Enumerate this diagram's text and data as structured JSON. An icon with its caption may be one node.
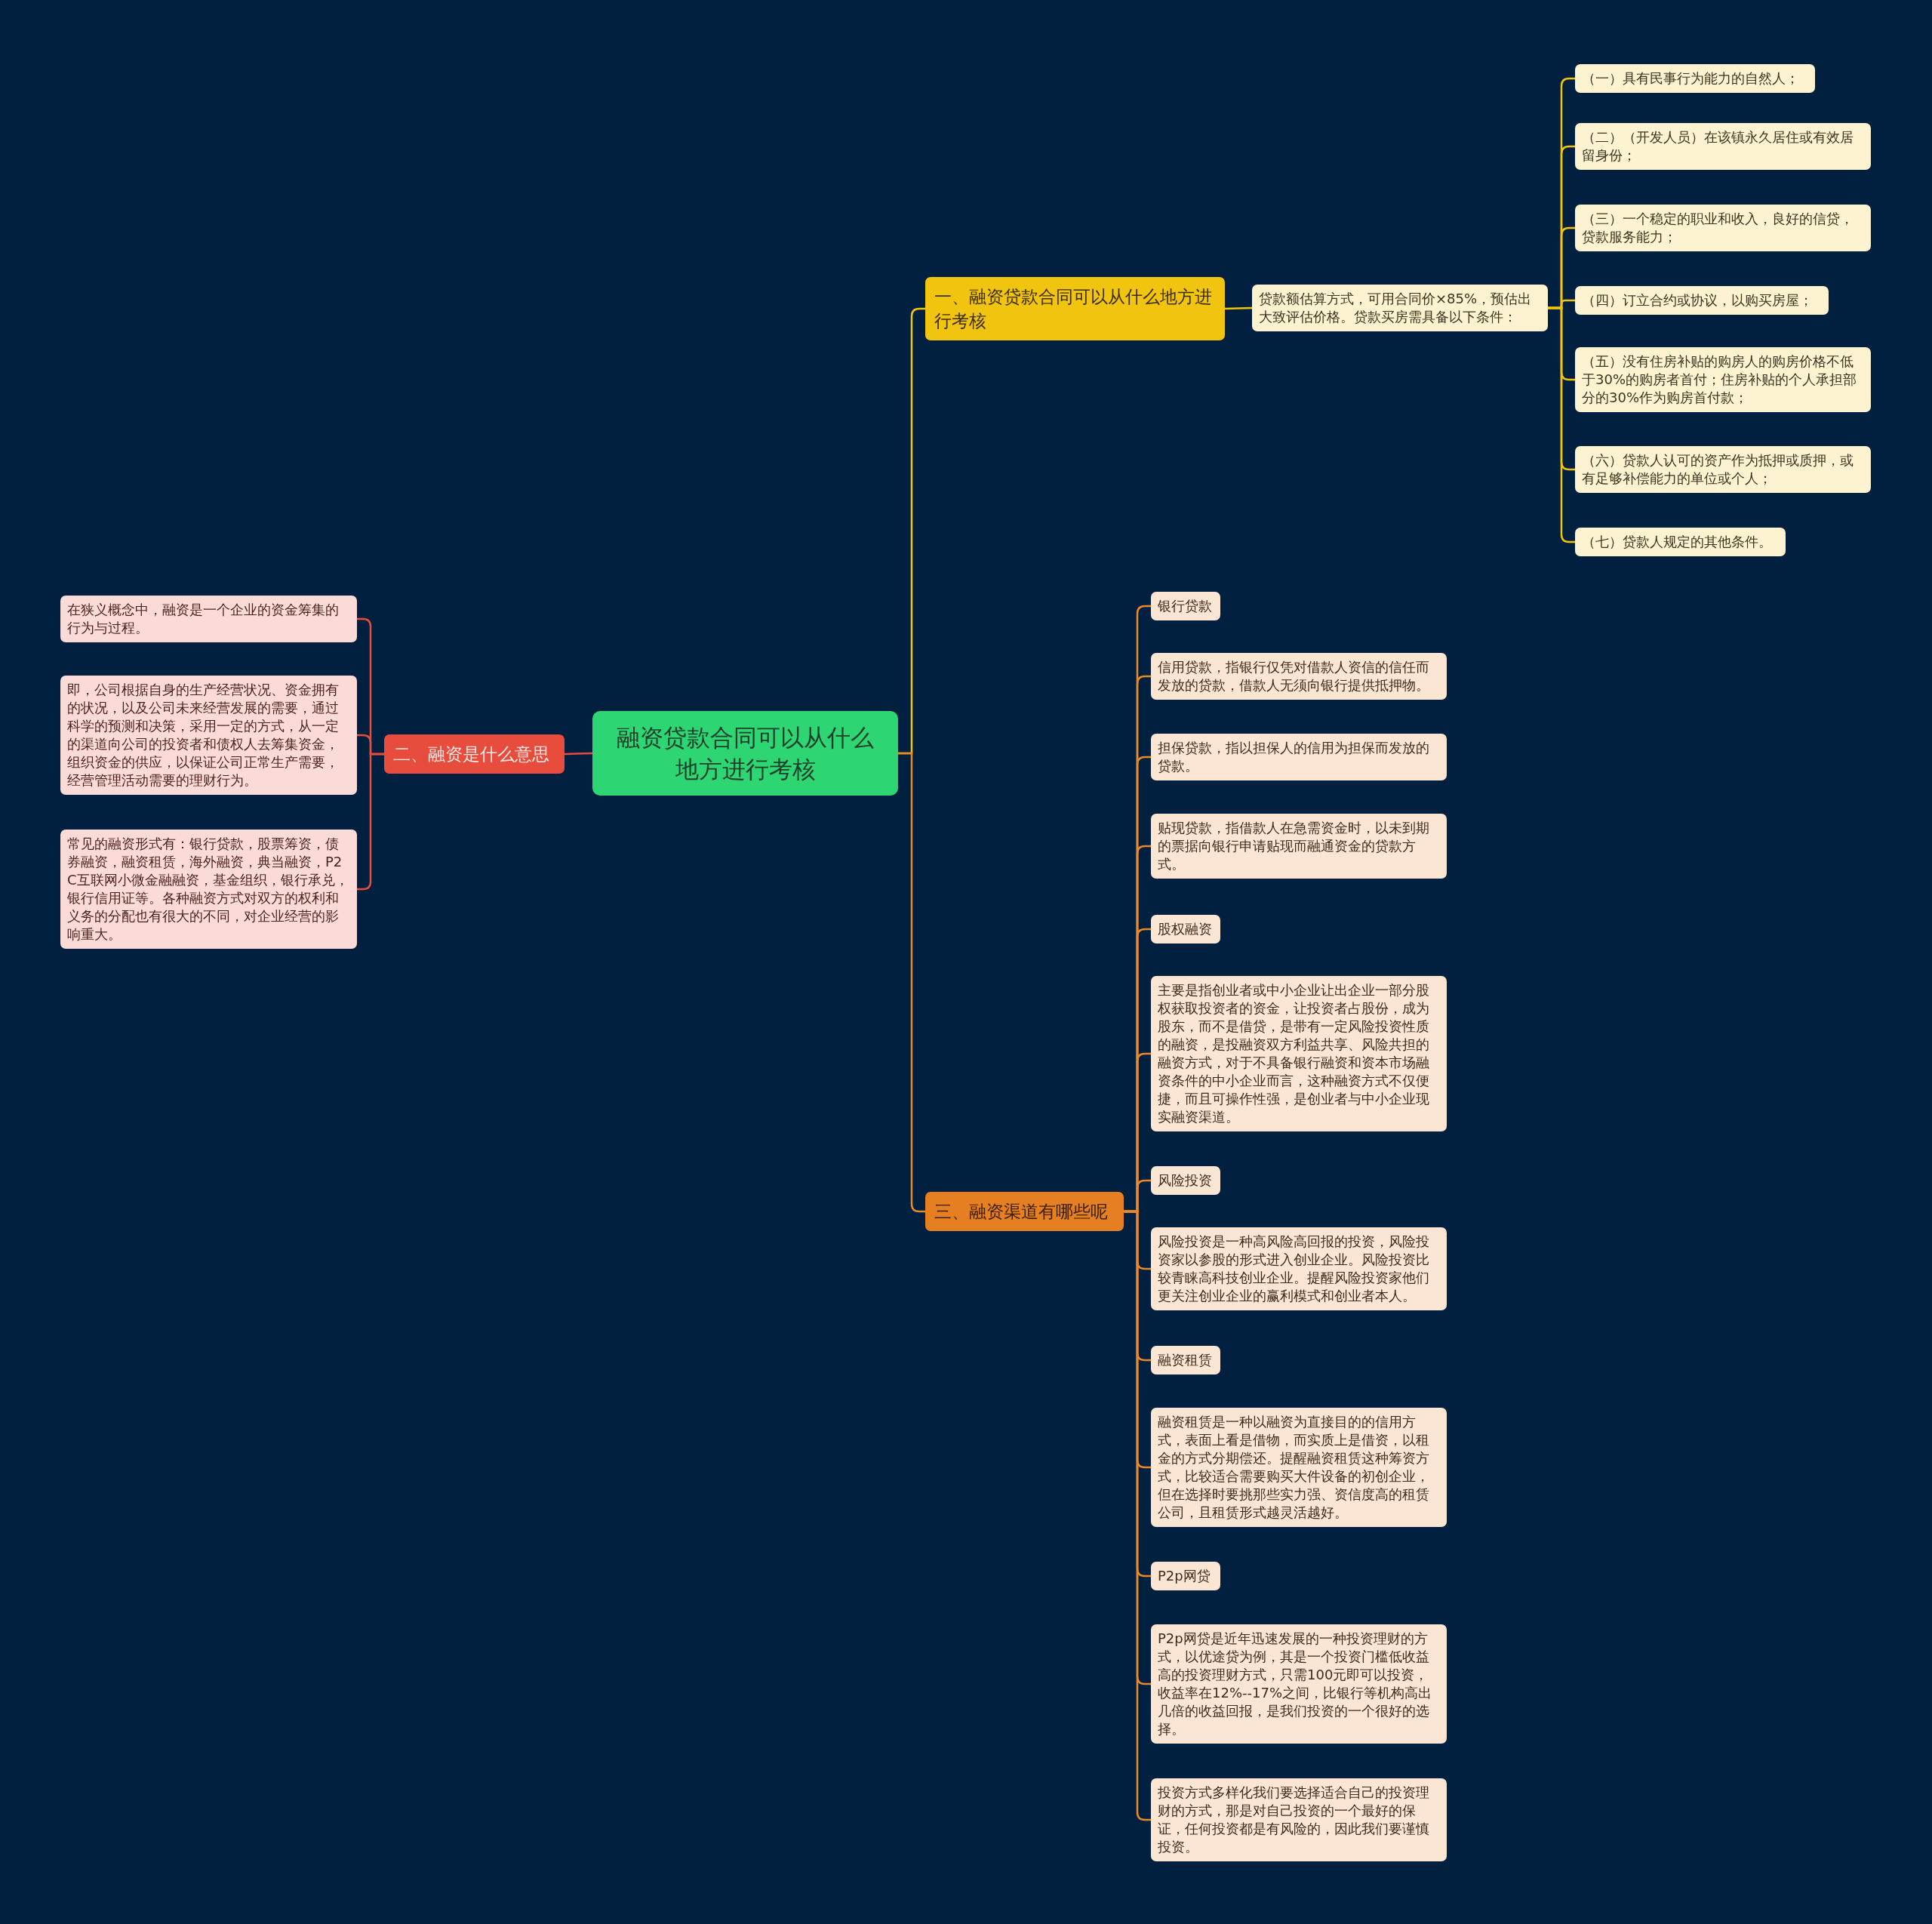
{
  "diagram": {
    "nodes": [
      {
        "text": [
          "融资贷款合同可以从什么地方进行考核"
        ]
      },
      {
        "text": [
          "一、融资贷款合同可以从什么地方进行考核"
        ]
      },
      {
        "text": [
          "贷款额估算方式，可用合同价×85%，预估出大致评估价格。贷款买房需具备以下条件："
        ]
      },
      {
        "text": [
          "（一）具有民事行为能力的自然人；"
        ]
      },
      {
        "text": [
          "（二）（开发人员）在该镇永久居住或有效居留身份；"
        ]
      },
      {
        "text": [
          "（三）一个稳定的职业和收入，良好的信贷，贷款服务能力；"
        ]
      },
      {
        "text": [
          "（四）订立合约或协议，以购买房屋；"
        ]
      },
      {
        "text": [
          "（五）没有住房补贴的购房人的购房价格不低于30%的购房者首付；住房补贴的个人承担部分的30%作为购房首付款；"
        ]
      },
      {
        "text": [
          "（六）贷款人认可的资产作为抵押或质押，或有足够补偿能力的单位或个人；"
        ]
      },
      {
        "text": [
          "（七）贷款人规定的其他条件。"
        ]
      },
      {
        "text": [
          "二、融资是什么意思"
        ]
      },
      {
        "text": [
          "在狭义概念中，融资是一个企业的资金筹集的行为与过程。"
        ]
      },
      {
        "text": [
          "即，公司根据自身的生产经营状况、资金拥有的状况，以及公司未来经营发展的需要，通过科学的预测和决策，采用一定的方式，从一定的渠道向公司的投资者和债权人去筹集资金，组织资金的供应，以保证公司正常生产需要，经营管理活动需要的理财行为。"
        ]
      },
      {
        "text": [
          "常见的融资形式有：银行贷款，股票筹资，债券融资，融资租赁，海外融资，典当融资，P2C互联网小微金融融资，基金组织，银行承兑，银行信用证等。各种融资方式对双方的权利和义务的分配也有很大的不同，对企业经营的影响重大。"
        ]
      },
      {
        "text": [
          "三、融资渠道有哪些呢"
        ]
      },
      {
        "text": [
          "银行贷款"
        ]
      },
      {
        "text": [
          "信用贷款，指银行仅凭对借款人资信的信任而发放的贷款，借款人无须向银行提供抵押物。"
        ]
      },
      {
        "text": [
          "担保贷款，指以担保人的信用为担保而发放的贷款。"
        ]
      },
      {
        "text": [
          "贴现贷款，指借款人在急需资金时，以未到期的票据向银行申请贴现而融通资金的贷款方式。"
        ]
      },
      {
        "text": [
          "股权融资"
        ]
      },
      {
        "text": [
          "主要是指创业者或中小企业让出企业一部分股权获取投资者的资金，让投资者占股份，成为股东，而不是借贷，是带有一定风险投资性质的融资，是投融资双方利益共享、风险共担的融资方式，对于不具备银行融资和资本市场融资条件的中小企业而言，这种融资方式不仅便捷，而且可操作性强，是创业者与中小企业现实融资渠道。"
        ]
      },
      {
        "text": [
          "风险投资"
        ]
      },
      {
        "text": [
          "风险投资是一种高风险高回报的投资，风险投资家以参股的形式进入创业企业。风险投资比较青睐高科技创业企业。提醒风险投资家他们更关注创业企业的赢利模式和创业者本人。"
        ]
      },
      {
        "text": [
          "融资租赁"
        ]
      },
      {
        "text": [
          "融资租赁是一种以融资为直接目的的信用方式，表面上看是借物，而实质上是借资，以租金的方式分期偿还。提醒融资租赁这种筹资方式，比较适合需要购买大件设备的初创企业，但在选择时要挑那些实力强、资信度高的租赁公司，且租赁形式越灵活越好。"
        ]
      },
      {
        "text": [
          "P2p网贷"
        ]
      },
      {
        "text": [
          "P2p网贷是近年迅速发展的一种投资理财的方式，以优途贷为例，其是一个投资门槛低收益高的投资理财方式，只需100元即可以投资，收益率在12%--17%之间，比银行等机构高出几倍的收益回报，是我们投资的一个很好的选择。"
        ]
      },
      {
        "text": [
          "投资方式多样化我们要选择适合自己的投资理财的方式，那是对自己投资的一个最好的保证，任何投资都是有风险的，因此我们要谨慎投资。"
        ]
      }
    ],
    "edges": [
      {
        "from": 0,
        "to": 1,
        "arrow": "none",
        "color": "#f1c40f"
      },
      {
        "from": 1,
        "to": 2,
        "arrow": "none",
        "color": "#f1c40f"
      },
      {
        "from": 2,
        "to": 3,
        "arrow": "none",
        "color": "#f1c40f"
      },
      {
        "from": 2,
        "to": 4,
        "arrow": "none",
        "color": "#f1c40f"
      },
      {
        "from": 2,
        "to": 5,
        "arrow": "none",
        "color": "#f1c40f"
      },
      {
        "from": 2,
        "to": 6,
        "arrow": "none",
        "color": "#f1c40f"
      },
      {
        "from": 2,
        "to": 7,
        "arrow": "none",
        "color": "#f1c40f"
      },
      {
        "from": 2,
        "to": 8,
        "arrow": "none",
        "color": "#f1c40f"
      },
      {
        "from": 2,
        "to": 9,
        "arrow": "none",
        "color": "#f1c40f"
      },
      {
        "from": 0,
        "to": 10,
        "arrow": "none",
        "color": "#e74c3c"
      },
      {
        "from": 10,
        "to": 11,
        "arrow": "none",
        "color": "#e74c3c"
      },
      {
        "from": 10,
        "to": 12,
        "arrow": "none",
        "color": "#e74c3c"
      },
      {
        "from": 10,
        "to": 13,
        "arrow": "none",
        "color": "#e74c3c"
      },
      {
        "from": 0,
        "to": 14,
        "arrow": "none"
      },
      {
        "from": 14,
        "to": 15,
        "arrow": "none"
      },
      {
        "from": 14,
        "to": 16,
        "arrow": "none"
      },
      {
        "from": 14,
        "to": 17,
        "arrow": "none"
      },
      {
        "from": 14,
        "to": 18,
        "arrow": "none"
      },
      {
        "from": 14,
        "to": 19,
        "arrow": "none"
      },
      {
        "from": 14,
        "to": 20,
        "arrow": "none"
      },
      {
        "from": 14,
        "to": 21,
        "arrow": "none"
      },
      {
        "from": 14,
        "to": 22,
        "arrow": "none"
      },
      {
        "from": 14,
        "to": 23,
        "arrow": "none"
      },
      {
        "from": 14,
        "to": 24,
        "arrow": "none"
      },
      {
        "from": 14,
        "to": 25,
        "arrow": "none"
      },
      {
        "from": 14,
        "to": 26,
        "arrow": "none"
      },
      {
        "from": 14,
        "to": 27,
        "arrow": "none"
      }
    ]
  }
}
